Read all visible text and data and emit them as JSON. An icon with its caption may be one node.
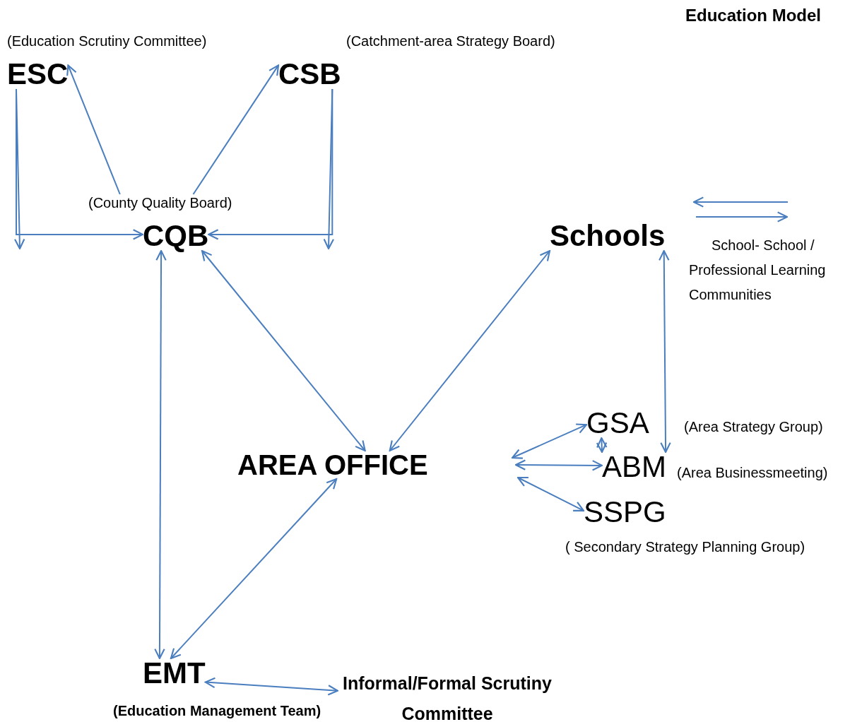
{
  "diagram": {
    "title": "Education Model",
    "nodes": [
      {
        "text": [
          "ESC"
        ],
        "beside": [
          "(Education Scrutiny Committee)"
        ]
      },
      {
        "text": [
          "CSB"
        ],
        "beside": [
          "(Catchment-area Strategy Board)"
        ]
      },
      {
        "text": [
          "CQB"
        ],
        "beside": [
          "(County Quality Board)"
        ]
      },
      {
        "text": [
          "Schools"
        ]
      },
      {
        "text": [
          "AREA OFFICE"
        ]
      },
      {
        "text": [
          "GSA"
        ],
        "beside": [
          "(Area Strategy Group)"
        ]
      },
      {
        "text": [
          "ABM"
        ],
        "beside": [
          "(Area Businessmeeting)"
        ]
      },
      {
        "text": [
          "SSPG"
        ],
        "beside": [
          "( Secondary Strategy Planning Group)"
        ]
      },
      {
        "text": [
          "EMT"
        ],
        "beside": [
          "(Education Management Team)"
        ]
      },
      {
        "text": [
          "Informal/Formal Scrutiny Committee"
        ]
      }
    ],
    "edges": [
      {
        "from": 2,
        "to": 0,
        "arrow": "to"
      },
      {
        "from": 2,
        "to": 1,
        "arrow": "to"
      },
      {
        "from": 0,
        "to": null,
        "arrow": "to"
      },
      {
        "from": 0,
        "to": 2,
        "arrow": "to"
      },
      {
        "from": 1,
        "to": null,
        "arrow": "to"
      },
      {
        "from": 1,
        "to": 2,
        "arrow": "to"
      },
      {
        "from": 2,
        "to": 8,
        "arrow": "both"
      },
      {
        "from": 2,
        "to": 4,
        "arrow": "both"
      },
      {
        "from": 4,
        "to": 3,
        "arrow": "both"
      },
      {
        "from": 4,
        "to": 8,
        "arrow": "both"
      },
      {
        "from": 8,
        "to": 9,
        "arrow": "both"
      },
      {
        "from": 3,
        "to": 6,
        "arrow": "both"
      },
      {
        "from": null,
        "to": 5,
        "arrow": "both"
      },
      {
        "from": null,
        "to": 6,
        "arrow": "both"
      },
      {
        "from": null,
        "to": 7,
        "arrow": "both"
      },
      {
        "from": 5,
        "to": 6,
        "arrow": "both"
      }
    ],
    "labels": [
      "School- School / Professional Learning Communities"
    ]
  }
}
